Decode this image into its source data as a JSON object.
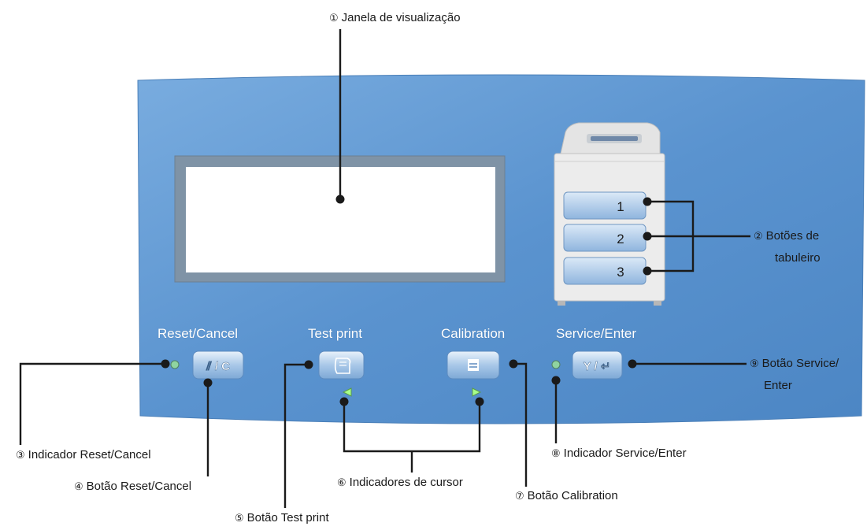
{
  "panel": {
    "labels": {
      "reset_cancel": "Reset/Cancel",
      "test_print": "Test print",
      "calibration": "Calibration",
      "service_enter": "Service/Enter"
    },
    "tray_buttons": [
      "1",
      "2",
      "3"
    ],
    "reset_button_glyph": "⫽ / C",
    "service_button_glyph": "Y / ↵"
  },
  "callouts": [
    {
      "num": "①",
      "text": "Janela de visualização"
    },
    {
      "num": "②",
      "text": "Botões de",
      "text2": "tabuleiro"
    },
    {
      "num": "③",
      "text": "Indicador Reset/Cancel"
    },
    {
      "num": "④",
      "text": "Botão Reset/Cancel"
    },
    {
      "num": "⑤",
      "text": "Botão Test print"
    },
    {
      "num": "⑥",
      "text": "Indicadores de cursor"
    },
    {
      "num": "⑦",
      "text": "Botão Calibration"
    },
    {
      "num": "⑧",
      "text": "Indicador Service/Enter"
    },
    {
      "num": "⑨",
      "text": "Botão Service/",
      "text2": "Enter"
    }
  ],
  "colors": {
    "panel": "#5b94d0",
    "panel_light": "#7fb0e2",
    "display_frame": "#7f93a6",
    "indicator": "#8fd4a0"
  }
}
